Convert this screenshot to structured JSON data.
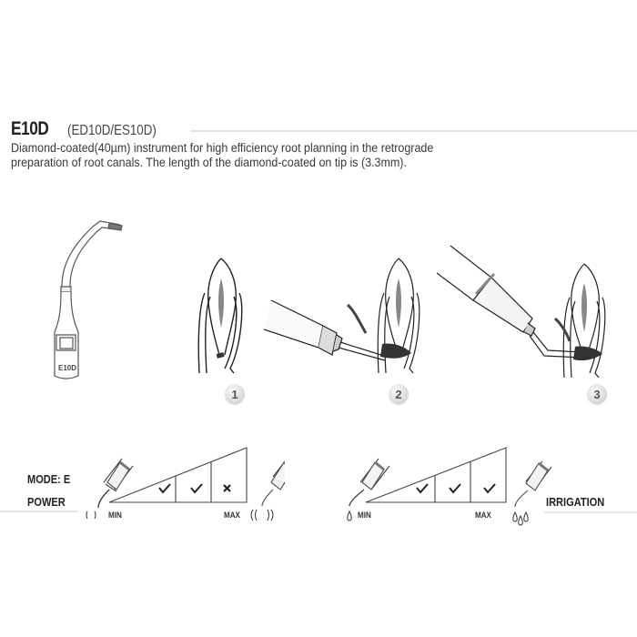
{
  "header": {
    "model": "E10D",
    "variants": "(ED10D/ES10D)",
    "description_lines": [
      "Diamond-coated(40µm) instrument for high efficiency root planning in the retrograde",
      "preparation of root canals. The length of the diamond-coated on tip is (3.3mm)."
    ]
  },
  "tip_illustration": {
    "engraving": "E10D"
  },
  "steps": [
    {
      "number": "1"
    },
    {
      "number": "2"
    },
    {
      "number": "3"
    }
  ],
  "settings": {
    "mode_label": "MODE: E",
    "power": {
      "label": "POWER",
      "min_label": "MIN",
      "max_label": "MAX",
      "levels": [
        "check",
        "check",
        "cross"
      ]
    },
    "irrigation": {
      "label": "IRRIGATION",
      "min_label": "MIN",
      "max_label": "MAX",
      "levels": [
        "check",
        "check",
        "check"
      ]
    }
  },
  "colors": {
    "line": "#333333",
    "rule": "#e2e2e2",
    "pulp": "#8a8a8a"
  }
}
